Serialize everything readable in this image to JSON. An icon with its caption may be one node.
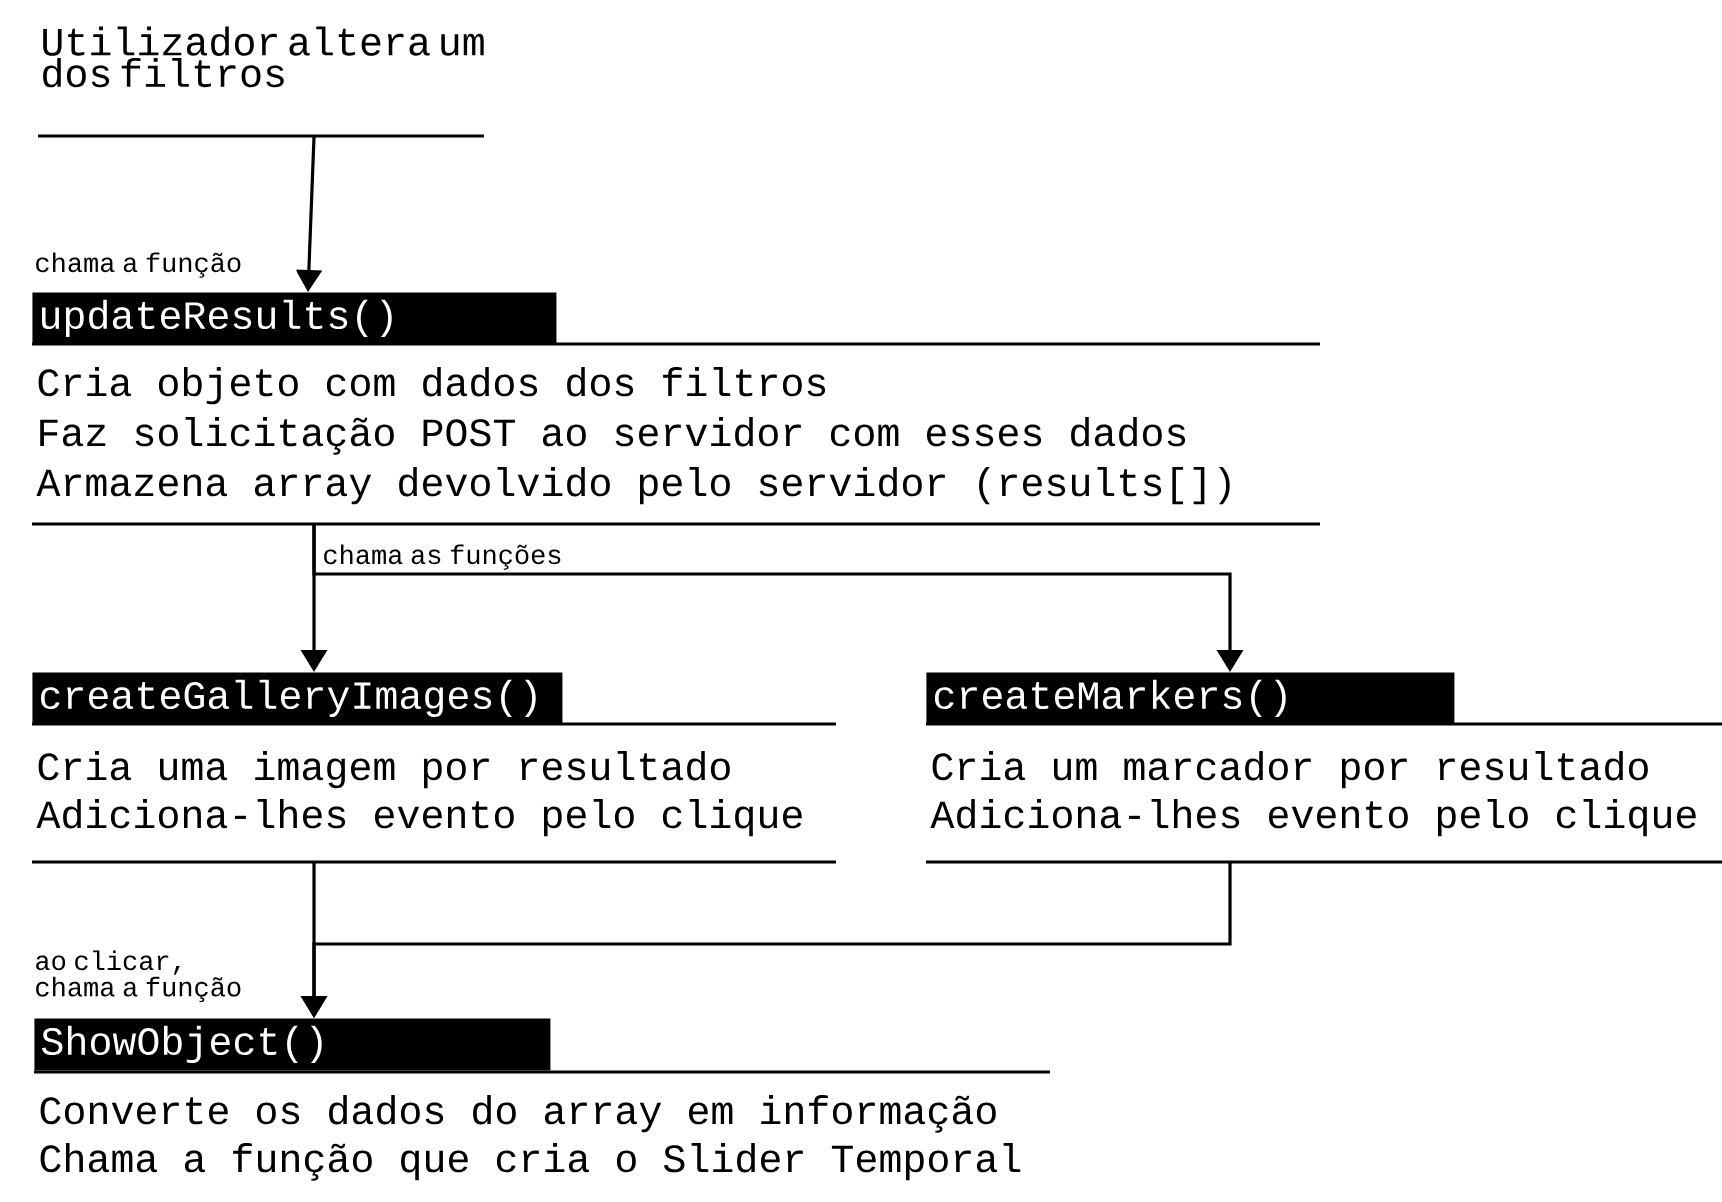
{
  "diagram": {
    "nodes": [
      {
        "text": [
          "Utilizador altera um dos filtros"
        ]
      },
      {
        "text": [
          "updateResults()",
          "Cria objeto com dados dos filtros",
          "Faz solicitação POST ao servidor com esses dados",
          "Armazena array devolvido pelo servidor (results[])"
        ]
      },
      {
        "text": [
          "createGalleryImages()",
          "Cria uma imagem por resultado",
          "Adiciona-lhes evento pelo clique"
        ]
      },
      {
        "text": [
          "createMarkers()",
          "Cria um marcador por resultado",
          "Adiciona-lhes evento pelo clique"
        ]
      },
      {
        "text": [
          "ShowObject()",
          "Converte os dados do array em informação",
          "Chama a função que cria o Slider Temporal"
        ]
      }
    ],
    "edges": [
      {
        "from": 0,
        "to": 1,
        "arrow": "to",
        "label": "chama a função"
      },
      {
        "from": 1,
        "to": 2,
        "arrow": "to"
      },
      {
        "from": 1,
        "to": 3,
        "arrow": "to",
        "label": "chama as funções"
      },
      {
        "from": 2,
        "to": 4,
        "arrow": "to",
        "label": "ao clicar, chama a função"
      },
      {
        "from": 3,
        "to": 4,
        "arrow": "to"
      }
    ]
  }
}
